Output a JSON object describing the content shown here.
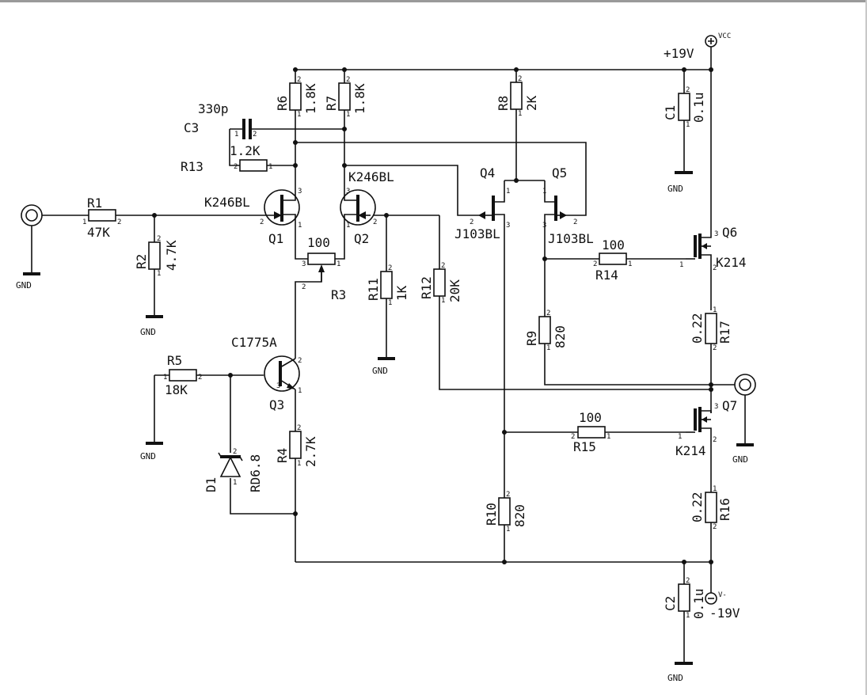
{
  "rails": {
    "vcc_value": "+19V",
    "vcc_name": "VCC",
    "vee_value": "-19V",
    "vee_name": "V-"
  },
  "gnd_label": "GND",
  "resistors": {
    "R1": {
      "ref": "R1",
      "value": "47K"
    },
    "R2": {
      "ref": "R2",
      "value": "4.7K"
    },
    "R3": {
      "ref": "R3",
      "value": "100"
    },
    "R4": {
      "ref": "R4",
      "value": "2.7K"
    },
    "R5": {
      "ref": "R5",
      "value": "18K"
    },
    "R6": {
      "ref": "R6",
      "value": "1.8K"
    },
    "R7": {
      "ref": "R7",
      "value": "1.8K"
    },
    "R8": {
      "ref": "R8",
      "value": "2K"
    },
    "R9": {
      "ref": "R9",
      "value": "820"
    },
    "R10": {
      "ref": "R10",
      "value": "820"
    },
    "R11": {
      "ref": "R11",
      "value": "1K"
    },
    "R12": {
      "ref": "R12",
      "value": "20K"
    },
    "R13": {
      "ref": "R13",
      "value": "1.2K"
    },
    "R14": {
      "ref": "R14",
      "value": "100"
    },
    "R15": {
      "ref": "R15",
      "value": "100"
    },
    "R16": {
      "ref": "R16",
      "value": "0.22"
    },
    "R17": {
      "ref": "R17",
      "value": "0.22"
    }
  },
  "capacitors": {
    "C1": {
      "ref": "C1",
      "value": "0.1u"
    },
    "C2": {
      "ref": "C2",
      "value": "0.1u"
    },
    "C3": {
      "ref": "C3",
      "value": "330p"
    }
  },
  "transistors": {
    "Q1": {
      "ref": "Q1",
      "part": "K246BL"
    },
    "Q2": {
      "ref": "Q2",
      "part": "K246BL"
    },
    "Q3": {
      "ref": "Q3",
      "part": "C1775A"
    },
    "Q4": {
      "ref": "Q4",
      "part": "J103BL"
    },
    "Q5": {
      "ref": "Q5",
      "part": "J103BL"
    },
    "Q6": {
      "ref": "Q6",
      "part": "K214"
    },
    "Q7": {
      "ref": "Q7",
      "part": "K214"
    }
  },
  "diodes": {
    "D1": {
      "ref": "D1",
      "part": "RD6.8"
    }
  },
  "pins": {
    "p1": "1",
    "p2": "2",
    "p3": "3"
  }
}
